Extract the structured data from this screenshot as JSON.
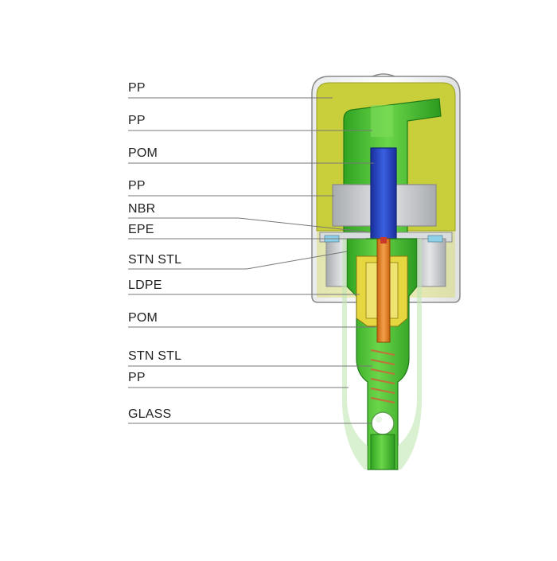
{
  "diagram": {
    "labels": [
      {
        "id": "pp-1",
        "text": "PP"
      },
      {
        "id": "pp-2",
        "text": "PP"
      },
      {
        "id": "pom-1",
        "text": "POM"
      },
      {
        "id": "pp-3",
        "text": "PP"
      },
      {
        "id": "nbr",
        "text": "NBR"
      },
      {
        "id": "epe",
        "text": "EPE"
      },
      {
        "id": "stn-stl-1",
        "text": "STN STL"
      },
      {
        "id": "ldpe",
        "text": "LDPE"
      },
      {
        "id": "pom-2",
        "text": "POM"
      },
      {
        "id": "stn-stl-2",
        "text": "STN STL"
      },
      {
        "id": "pp-4",
        "text": "PP"
      },
      {
        "id": "glass",
        "text": "GLASS"
      }
    ]
  },
  "colors": {
    "leader": "#777777",
    "overcap_fill": "#c9cf3a",
    "overcap_outline": "#8a8a8a",
    "green_part": "#3fbf2a",
    "green_dark": "#1f8a1a",
    "blue_stem": "#1f3fbf",
    "orange_core": "#e07a1a",
    "yellow_ring": "#e6d640",
    "collar_grey": "#c9cbcd",
    "spring": "#b8783a",
    "glass_light": "#bfe6b3"
  }
}
